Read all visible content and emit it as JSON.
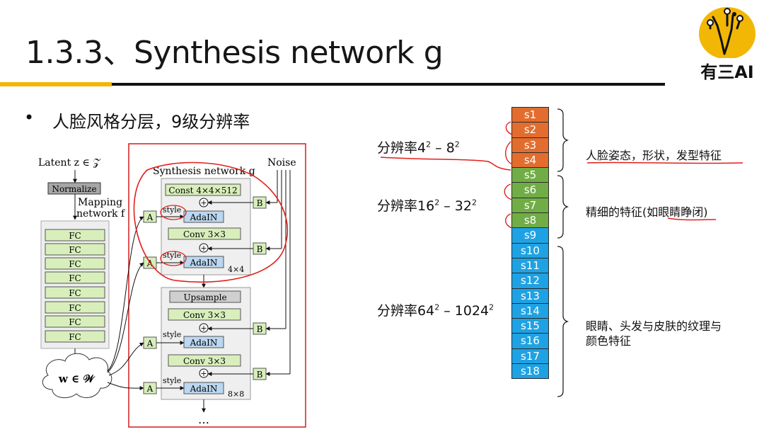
{
  "slide": {
    "title": "1.3.3、Synthesis network g",
    "logo_text": "有三AI",
    "bullet": "人脸风格分层，9级分辨率"
  },
  "diagram": {
    "latent_label": "Latent z ∈ 𝒵",
    "normalize": "Normalize",
    "mapping_label": "Mapping",
    "mapping_label2": "network f",
    "fc_label": "FC",
    "w_label": "w ∈ 𝒲",
    "synthesis_label": "Synthesis network g",
    "noise_label": "Noise",
    "const_label": "Const 4×4×512",
    "adain_label": "AdaIN",
    "conv_label": "Conv 3×3",
    "upsample_label": "Upsample",
    "style_label": "style",
    "a_label": "A",
    "b_label": "B",
    "size_4": "4×4",
    "size_8": "8×8",
    "ellipsis": "…"
  },
  "resolution_groups": [
    {
      "prefix": "分辨率",
      "a": "4",
      "b": "8",
      "exp": "2",
      "dash": " – "
    },
    {
      "prefix": "分辨率",
      "a": "16",
      "b": "32",
      "exp": "2",
      "dash": " – "
    },
    {
      "prefix": "分辨率",
      "a": "64",
      "b": "1024",
      "exp": "2",
      "dash": " – "
    }
  ],
  "styles": [
    "s1",
    "s2",
    "s3",
    "s4",
    "s5",
    "s6",
    "s7",
    "s8",
    "s9",
    "s10",
    "s11",
    "s12",
    "s13",
    "s14",
    "s15",
    "s16",
    "s17",
    "s18"
  ],
  "descriptions": {
    "coarse": "人脸姿态，形状，发型特征",
    "middle": "精细的特征(如眼睛睁闭)",
    "fine_line1": "眼睛、头发与皮肤的纹理与",
    "fine_line2": "颜色特征"
  },
  "colors": {
    "accent_yellow": "#f2b705",
    "orange": "#e26d2e",
    "green": "#71ad47",
    "blue": "#1fa2e3",
    "annotation_red": "#e0201b"
  }
}
